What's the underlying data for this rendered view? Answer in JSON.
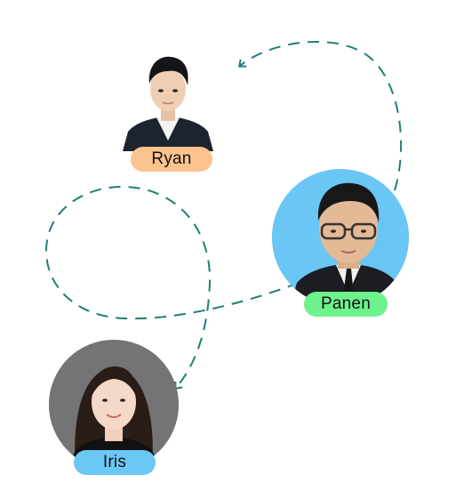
{
  "people": [
    {
      "name": "Ryan",
      "pill_color": "#fcc38f"
    },
    {
      "name": "Panen",
      "pill_color": "#6ef28d",
      "avatar_bg": "#6ac6f5"
    },
    {
      "name": "Iris",
      "pill_color": "#6bc7f4",
      "avatar_bg": "#777777"
    }
  ],
  "connector_color": "#1f7f73",
  "connector_style": "dashed arrows"
}
